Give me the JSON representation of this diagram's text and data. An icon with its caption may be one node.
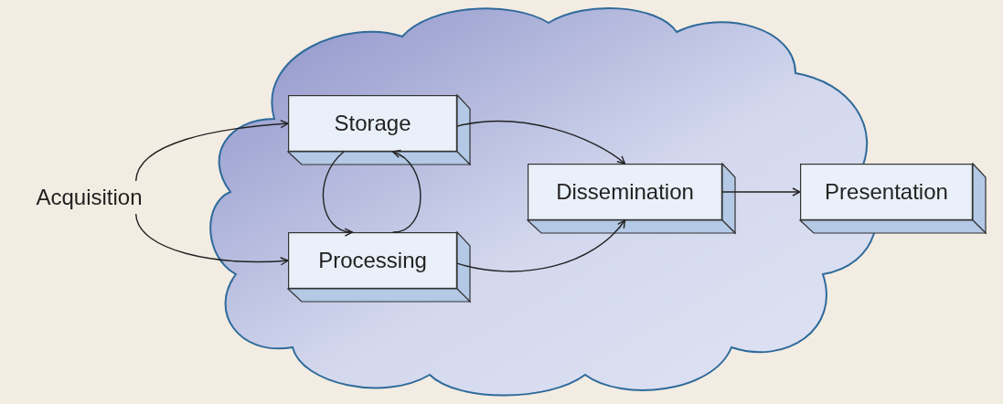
{
  "diagram": {
    "nodes": [
      {
        "text": [],
        "shape": "cloud"
      },
      {
        "text": [
          "Acquisition"
        ]
      },
      {
        "text": [
          "Storage"
        ],
        "in": 0
      },
      {
        "text": [
          "Processing"
        ],
        "in": 0
      },
      {
        "text": [
          "Dissemination"
        ],
        "in": 0
      },
      {
        "text": [
          "Presentation"
        ]
      }
    ],
    "edges": [
      {
        "from": 1,
        "to": 2,
        "arrow": "to"
      },
      {
        "from": 1,
        "to": 3,
        "arrow": "to"
      },
      {
        "from": 2,
        "to": 3,
        "arrow": "to"
      },
      {
        "from": 3,
        "to": 2,
        "arrow": "to"
      },
      {
        "from": 2,
        "to": 4,
        "arrow": "to"
      },
      {
        "from": 3,
        "to": 4,
        "arrow": "to"
      },
      {
        "from": 4,
        "to": 5,
        "arrow": "to"
      }
    ]
  }
}
